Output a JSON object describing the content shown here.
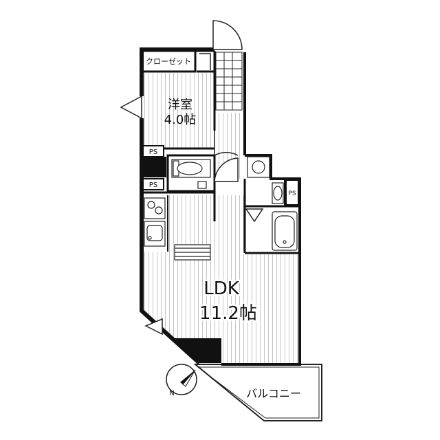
{
  "rooms": {
    "western_room": {
      "name": "洋室",
      "size": "4.0帖"
    },
    "ldk": {
      "name": "LDK",
      "size": "11.2帖"
    },
    "closet": {
      "name": "クローゼット"
    },
    "balcony": {
      "name": "バルコニー"
    }
  },
  "fixtures": {
    "pipe_space_label": "PS"
  },
  "compass": {
    "label": "N"
  }
}
